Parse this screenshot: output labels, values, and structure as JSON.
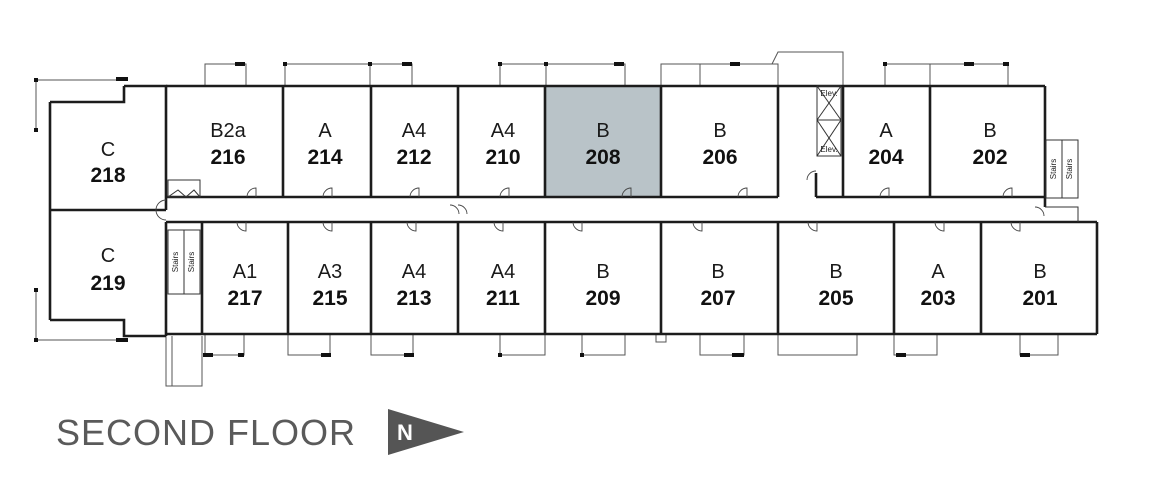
{
  "floor_title": "SECOND FLOOR",
  "north_label": "N",
  "highlight_color": "#b9c3c8",
  "stairs_label": "Stairs",
  "elevator_label": "Elev.",
  "units": [
    {
      "type": "C",
      "number": "218",
      "selected": false
    },
    {
      "type": "B2a",
      "number": "216",
      "selected": false
    },
    {
      "type": "A",
      "number": "214",
      "selected": false
    },
    {
      "type": "A4",
      "number": "212",
      "selected": false
    },
    {
      "type": "A4",
      "number": "210",
      "selected": false
    },
    {
      "type": "B",
      "number": "208",
      "selected": true
    },
    {
      "type": "B",
      "number": "206",
      "selected": false
    },
    {
      "type": "A",
      "number": "204",
      "selected": false
    },
    {
      "type": "B",
      "number": "202",
      "selected": false
    },
    {
      "type": "C",
      "number": "219",
      "selected": false
    },
    {
      "type": "A1",
      "number": "217",
      "selected": false
    },
    {
      "type": "A3",
      "number": "215",
      "selected": false
    },
    {
      "type": "A4",
      "number": "213",
      "selected": false
    },
    {
      "type": "A4",
      "number": "211",
      "selected": false
    },
    {
      "type": "B",
      "number": "209",
      "selected": false
    },
    {
      "type": "B",
      "number": "207",
      "selected": false
    },
    {
      "type": "B",
      "number": "205",
      "selected": false
    },
    {
      "type": "A",
      "number": "203",
      "selected": false
    },
    {
      "type": "B",
      "number": "201",
      "selected": false
    }
  ]
}
